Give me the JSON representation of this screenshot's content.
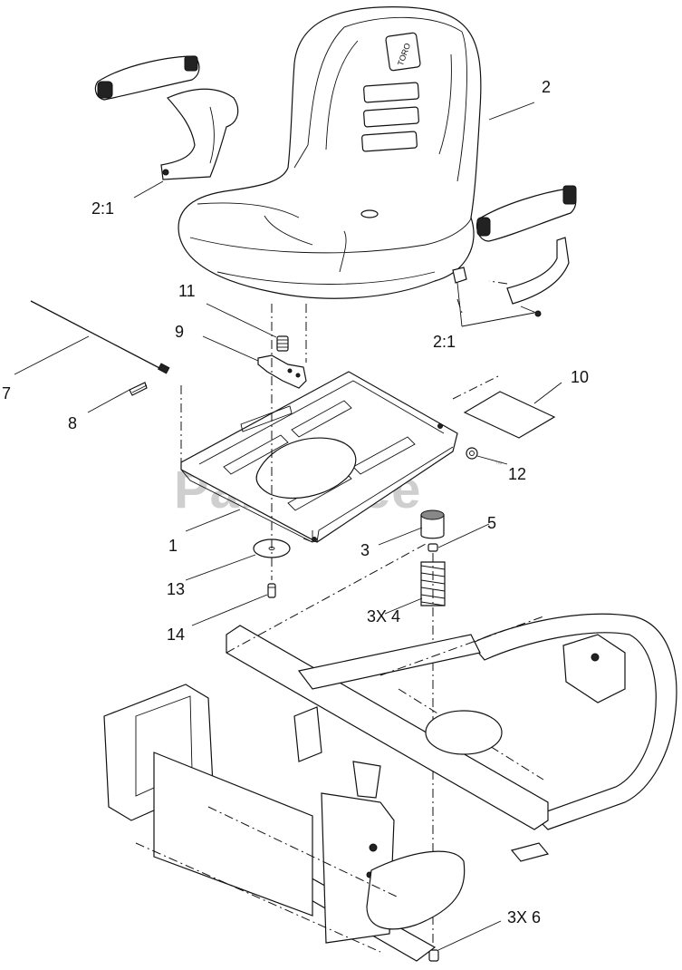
{
  "watermark": "PartsTree",
  "watermark_tm": "™",
  "seat_logo": "TORO",
  "callouts": [
    {
      "id": "c1",
      "text": "1"
    },
    {
      "id": "c2",
      "text": "2"
    },
    {
      "id": "c2-1a",
      "text": "2:1"
    },
    {
      "id": "c2-1b",
      "text": "2:1"
    },
    {
      "id": "c3",
      "text": "3"
    },
    {
      "id": "c4",
      "text": "3X  4"
    },
    {
      "id": "c5",
      "text": "5"
    },
    {
      "id": "c6",
      "text": "3X  6"
    },
    {
      "id": "c7",
      "text": "7"
    },
    {
      "id": "c8",
      "text": "8"
    },
    {
      "id": "c9",
      "text": "9"
    },
    {
      "id": "c10",
      "text": "10"
    },
    {
      "id": "c11",
      "text": "11"
    },
    {
      "id": "c12",
      "text": "12"
    },
    {
      "id": "c13",
      "text": "13"
    },
    {
      "id": "c14",
      "text": "14"
    }
  ]
}
